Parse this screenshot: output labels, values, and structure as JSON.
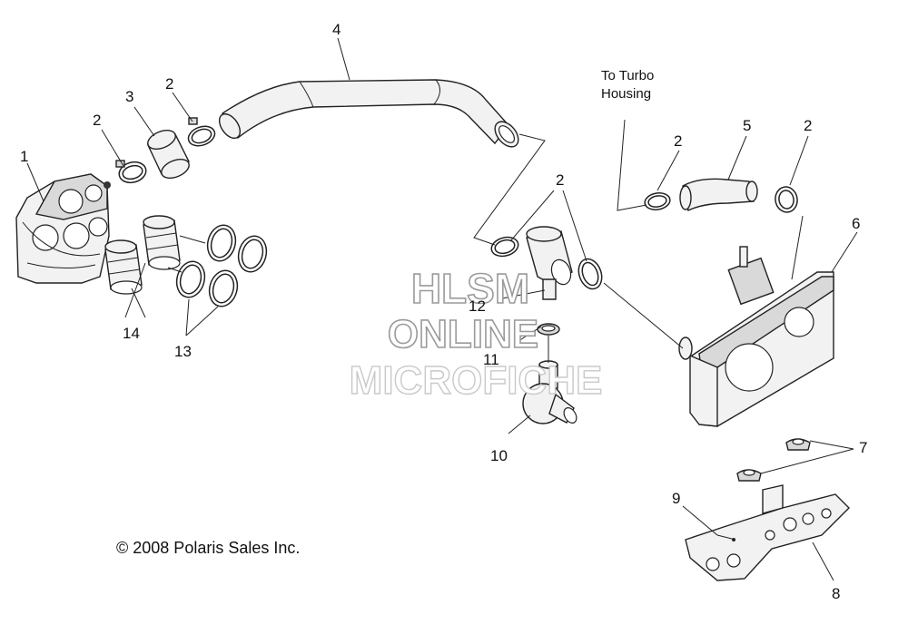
{
  "labels": {
    "l1": "1",
    "l2a": "2",
    "l2b": "2",
    "l2c": "2",
    "l2d": "2",
    "l2e": "2",
    "l3": "3",
    "l4": "4",
    "l5": "5",
    "l6": "6",
    "l7": "7",
    "l8": "8",
    "l9": "9",
    "l10": "10",
    "l11": "11",
    "l12": "12",
    "l13": "13",
    "l14": "14"
  },
  "note": {
    "line1": "To Turbo",
    "line2": "Housing"
  },
  "copyright": "© 2008 Polaris Sales Inc.",
  "watermark": {
    "line1": "HLSM",
    "line2": "ONLINE",
    "line3": "MICROFICHE"
  }
}
